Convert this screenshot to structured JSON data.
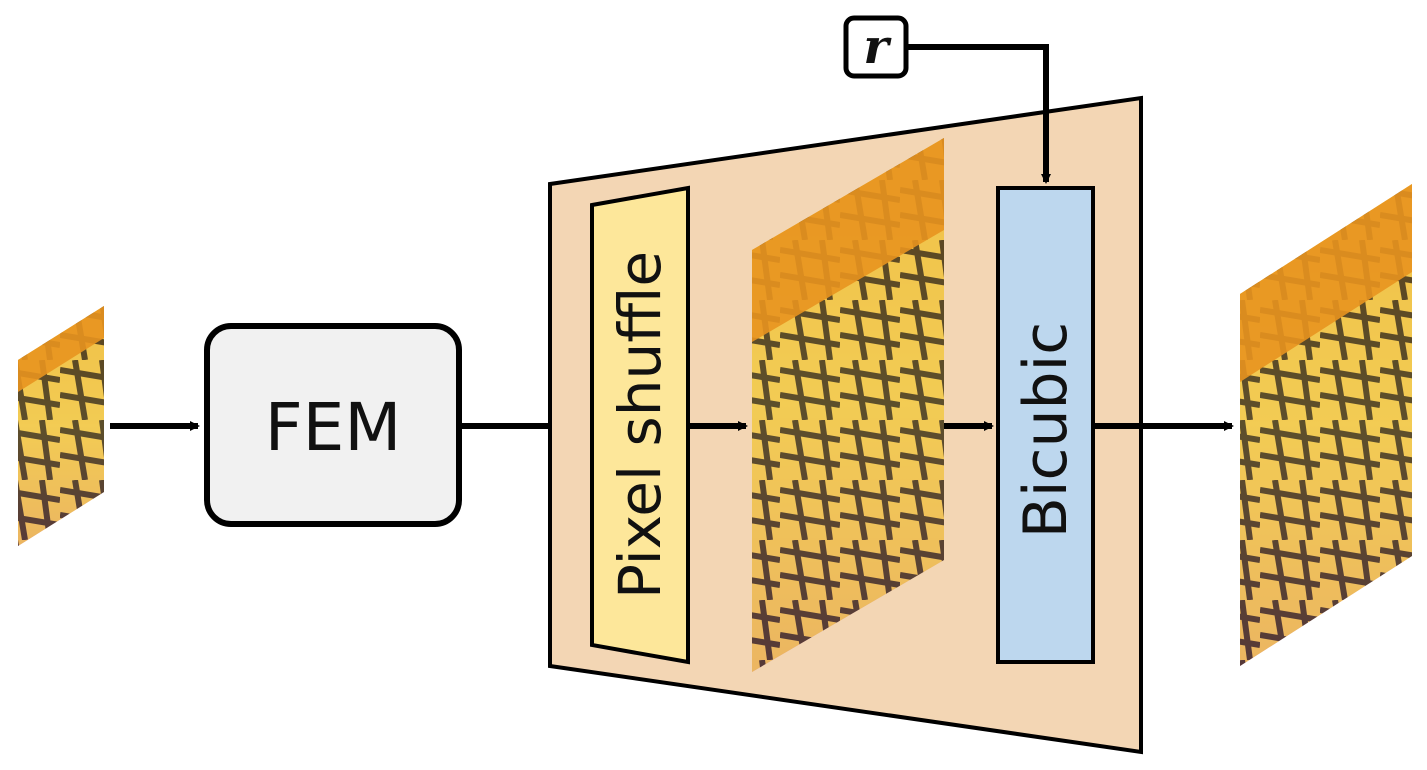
{
  "diagram": {
    "fem_label": "FEM",
    "pixel_shuffle_label": "Pixel shuffle",
    "bicubic_label": "Bicubic",
    "scale_symbol": "r"
  },
  "colors": {
    "upsampler_bg": "#f3d6b4",
    "fem_fill": "#f1f1f1",
    "pixel_shuffle_fill": "#fde79a",
    "bicubic_fill": "#bdd7ee",
    "stroke": "#000000"
  },
  "icons": {
    "input_image": "butterfly-image-small",
    "intermediate_image": "butterfly-image-medium",
    "output_image": "butterfly-image-large"
  }
}
